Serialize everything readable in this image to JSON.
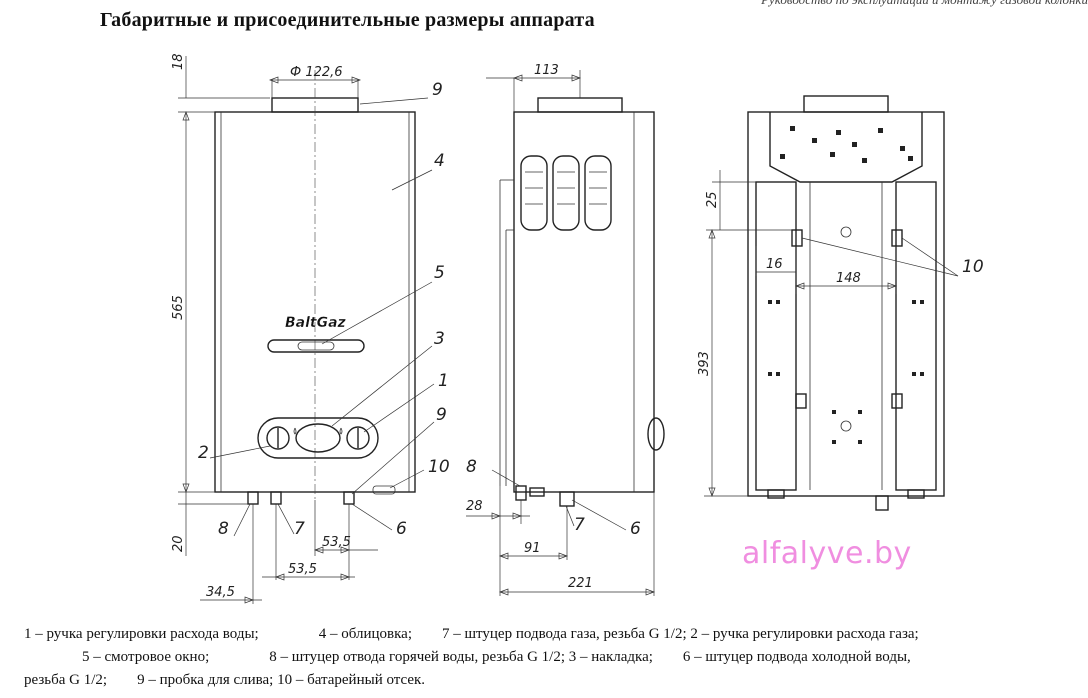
{
  "header_note": "Руководство по эксплуатации и монтажу газовой колонки",
  "title": "Габаритные и присоединительные размеры аппарата",
  "brand_label": "BaltGaz",
  "watermark": "alfalyve.by",
  "dimensions": {
    "front": {
      "pipe_diameter": "Ф 122,6",
      "top_offset": "18",
      "height": "565",
      "bottom_offset": "20",
      "spacing_a": "53,5",
      "spacing_b": "53,5",
      "left_offset": "34,5"
    },
    "side": {
      "pipe_offset": "113",
      "left_offset": "28",
      "fitting_offset": "91",
      "depth": "221"
    },
    "back": {
      "top_offset": "25",
      "side_offset": "16",
      "width_between": "148",
      "height": "393"
    }
  },
  "callouts": {
    "c1": "1",
    "c2": "2",
    "c3": "3",
    "c4": "4",
    "c5": "5",
    "c6": "6",
    "c7": "7",
    "c8": "8",
    "c9": "9",
    "c10": "10"
  },
  "legend": [
    [
      "1 – ручка регулировки расхода воды;",
      "4 – облицовка;",
      "7 – штуцер подвода газа, резьба G 1/2; 2 – ручка регулировки расхода газа;"
    ],
    [
      "5 – смотровое окно;",
      "8 – штуцер отвода горячей воды, резьба G 1/2; 3 – накладка;",
      "6 – штуцер подвода холодной воды,"
    ],
    [
      "резьба G 1/2;",
      "9 – пробка для слива; 10 – батарейный отсек."
    ]
  ]
}
